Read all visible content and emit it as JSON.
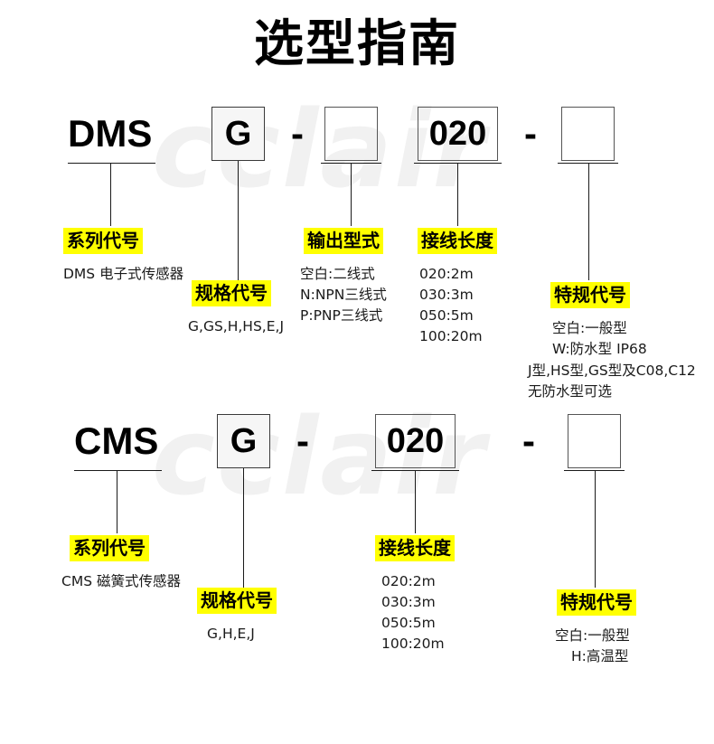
{
  "page": {
    "title": "选型指南",
    "watermark": "cclair",
    "highlight_color": "#ffff00",
    "text_color": "#000000",
    "background": "#ffffff"
  },
  "rows": [
    {
      "id": "dms",
      "code_parts": [
        {
          "kind": "text",
          "value": "DMS"
        },
        {
          "kind": "box",
          "value": "G"
        },
        {
          "kind": "dash",
          "value": "-"
        },
        {
          "kind": "box",
          "value": ""
        },
        {
          "kind": "box",
          "value": "020"
        },
        {
          "kind": "dash",
          "value": "-"
        },
        {
          "kind": "box",
          "value": ""
        }
      ],
      "callouts": [
        {
          "id": "dms-series",
          "tag": "系列代号",
          "lines": [
            "DMS 电子式传感器"
          ]
        },
        {
          "id": "dms-spec",
          "tag": "规格代号",
          "lines": [
            "G,GS,H,HS,E,J"
          ]
        },
        {
          "id": "dms-output",
          "tag": "输出型式",
          "lines": [
            "空白:二线式",
            "N:NPN三线式",
            "P:PNP三线式"
          ]
        },
        {
          "id": "dms-length",
          "tag": "接线长度",
          "lines": [
            "020:2m",
            "030:3m",
            "050:5m",
            "100:20m"
          ]
        },
        {
          "id": "dms-special",
          "tag": "特规代号",
          "lines": [
            "空白:一般型",
            "W:防水型 IP68",
            "J型,HS型,GS型及C08,C12",
            "无防水型可选"
          ]
        }
      ]
    },
    {
      "id": "cms",
      "code_parts": [
        {
          "kind": "text",
          "value": "CMS"
        },
        {
          "kind": "box",
          "value": "G"
        },
        {
          "kind": "dash",
          "value": "-"
        },
        {
          "kind": "box",
          "value": "020"
        },
        {
          "kind": "dash",
          "value": "-"
        },
        {
          "kind": "box",
          "value": ""
        }
      ],
      "callouts": [
        {
          "id": "cms-series",
          "tag": "系列代号",
          "lines": [
            "CMS 磁簧式传感器"
          ]
        },
        {
          "id": "cms-spec",
          "tag": "规格代号",
          "lines": [
            "G,H,E,J"
          ]
        },
        {
          "id": "cms-length",
          "tag": "接线长度",
          "lines": [
            "020:2m",
            "030:3m",
            "050:5m",
            "100:20m"
          ]
        },
        {
          "id": "cms-special",
          "tag": "特规代号",
          "lines": [
            "空白:一般型",
            "H:高温型"
          ]
        }
      ]
    }
  ]
}
